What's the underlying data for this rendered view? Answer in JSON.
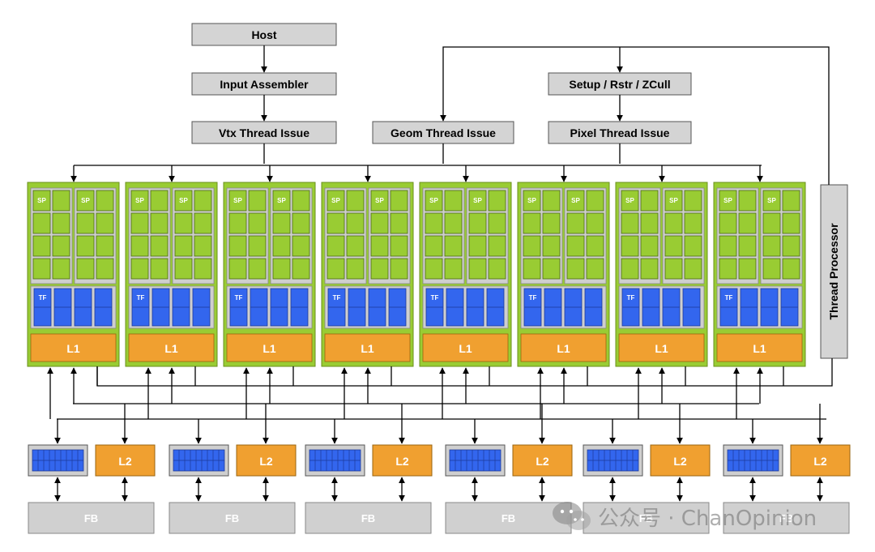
{
  "host": "Host",
  "input_assembler": "Input Assembler",
  "vtx_thread_issue": "Vtx Thread Issue",
  "geom_thread_issue": "Geom Thread Issue",
  "setup_rstr_zcull": "Setup / Rstr / ZCull",
  "pixel_thread_issue": "Pixel Thread Issue",
  "thread_processor": "Thread Processor",
  "sp_label": "SP",
  "tf_label": "TF",
  "l1_label": "L1",
  "l2_label": "L2",
  "fb_label": "FB",
  "cluster_count": 8,
  "partition_count": 6,
  "watermark": "公众号 · ChanOpinion",
  "colors": {
    "box_gray": "#d4d4d4",
    "sp_green": "#99cc33",
    "tf_blue": "#3366ee",
    "cache_orange": "#f0a030",
    "fb_gray": "#d0d0d0"
  }
}
